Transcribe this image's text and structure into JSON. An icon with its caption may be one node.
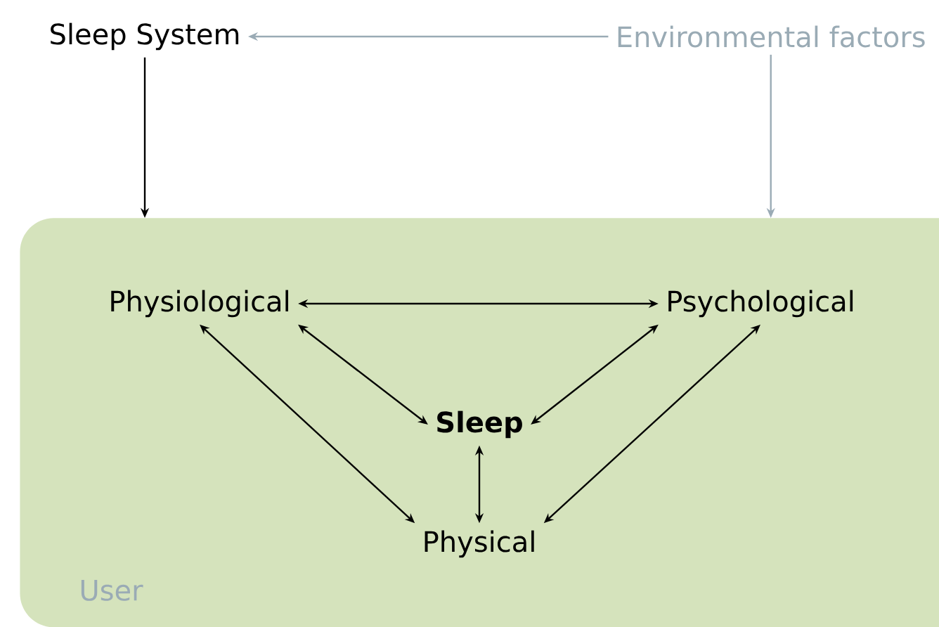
{
  "diagram": {
    "nodes": [
      {
        "text": [
          "Sleep System"
        ]
      },
      {
        "text": [
          "Environmental factors"
        ]
      },
      {
        "text": [
          "User"
        ]
      },
      {
        "text": [
          "Physiological"
        ],
        "in": 2
      },
      {
        "text": [
          "Psychological"
        ],
        "in": 2
      },
      {
        "text": [
          "**Sleep**"
        ],
        "in": 2
      },
      {
        "text": [
          "Physical"
        ],
        "in": 2
      }
    ],
    "edges": [
      {
        "from": 1,
        "to": 0,
        "arrow": "to",
        "color": "#9aabb5"
      },
      {
        "from": 0,
        "to": 2,
        "arrow": "to"
      },
      {
        "from": 1,
        "to": 2,
        "arrow": "to",
        "color": "#9aabb5"
      },
      {
        "from": 3,
        "to": 4,
        "arrow": "both"
      },
      {
        "from": 3,
        "to": 5,
        "arrow": "both"
      },
      {
        "from": 4,
        "to": 5,
        "arrow": "both"
      },
      {
        "from": 5,
        "to": 6,
        "arrow": "both"
      },
      {
        "from": 3,
        "to": 6,
        "arrow": "both"
      },
      {
        "from": 4,
        "to": 6,
        "arrow": "both"
      }
    ]
  }
}
